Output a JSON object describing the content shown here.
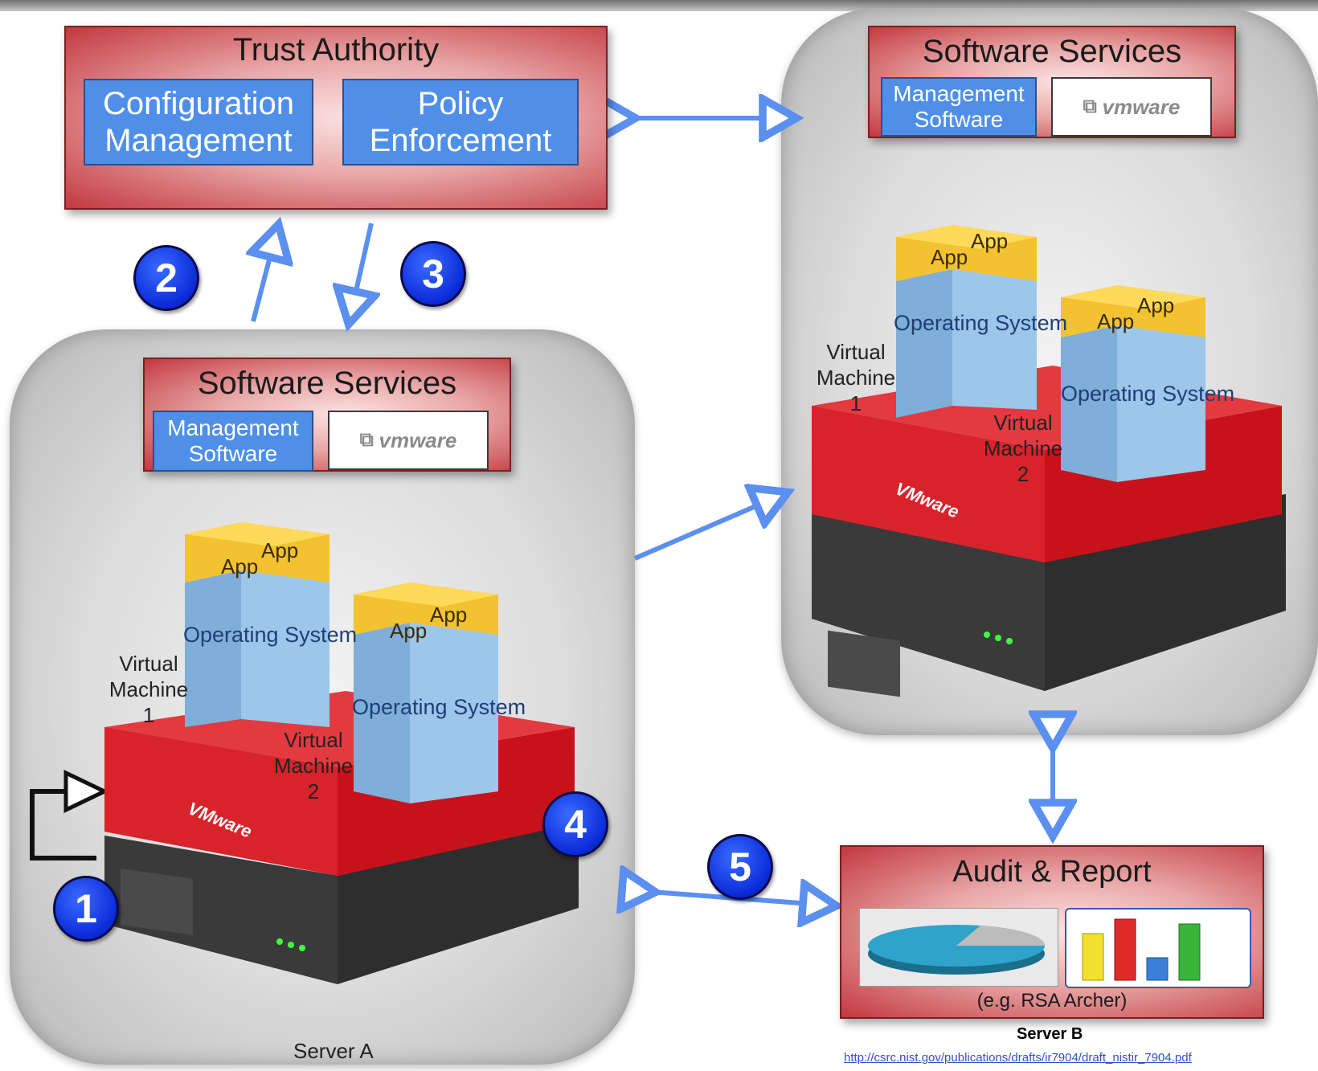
{
  "trust_authority": {
    "title": "Trust Authority",
    "config_line1": "Configuration",
    "config_line2": "Management",
    "policy_line1": "Policy",
    "policy_line2": "Enforcement"
  },
  "server_a": {
    "services_title": "Software Services",
    "mgmt_line1": "Management",
    "mgmt_line2": "Software",
    "vmware_logo": "vmware",
    "vm1_line1": "Virtual",
    "vm1_line2": "Machine",
    "vm1_line3": "1",
    "vm2_line1": "Virtual",
    "vm2_line2": "Machine",
    "vm2_line3": "2",
    "os_label": "Operating  System",
    "app_label": "App",
    "hypervisor": "VMware",
    "caption": "Server A"
  },
  "server_b": {
    "services_title": "Software Services",
    "mgmt_line1": "Management",
    "mgmt_line2": "Software",
    "vmware_logo": "vmware",
    "vm1_line1": "Virtual",
    "vm1_line2": "Machine",
    "vm1_line3": "1",
    "vm2_line1": "Virtual",
    "vm2_line2": "Machine",
    "vm2_line3": "2",
    "os_label": "Operating  System",
    "app_label": "App",
    "hypervisor": "VMware",
    "caption": "Server B"
  },
  "audit": {
    "title": "Audit & Report",
    "example": "(e.g. RSA Archer)"
  },
  "steps": [
    "1",
    "2",
    "3",
    "4",
    "5"
  ],
  "source_url": "http://csrc.nist.gov/publications/drafts/ir7904/draft_nistir_7904.pdf",
  "colors": {
    "red_box": "#c2383f",
    "blue_box": "#4f8fe8",
    "arrow": "#5b8ff0",
    "step_circle": "#0a2bd8",
    "hypervisor_red": "#d0141c",
    "os_blue": "#8fc0e8",
    "app_yellow": "#f2c230"
  }
}
